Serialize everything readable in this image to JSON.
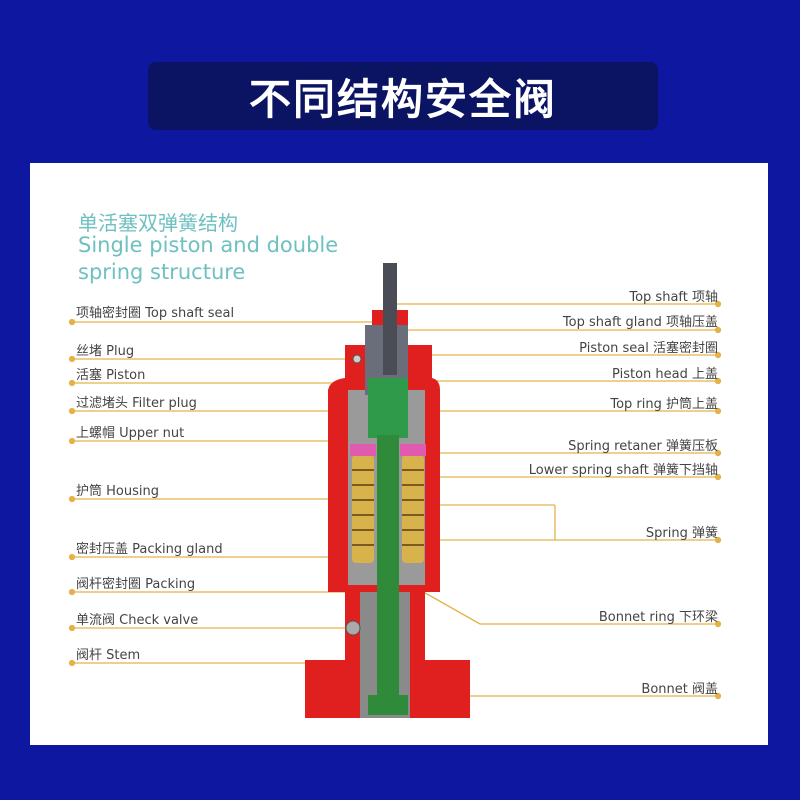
{
  "title": "不同结构安全阀",
  "diagram": {
    "heading_cn": "单活塞双弹簧结构",
    "heading_en_1": "Single piston and double",
    "heading_en_2": "spring structure",
    "left_labels": [
      "项轴密封圈  Top shaft seal",
      "丝堵  Plug",
      "活塞  Piston",
      "过滤堵头  Filter plug",
      "上螺帽  Upper nut",
      "护筒  Housing",
      "密封压盖  Packing gland",
      "阀杆密封圈  Packing",
      "单流阀  Check valve",
      "阀杆  Stem"
    ],
    "right_labels": [
      "Top shaft  项轴",
      "Top shaft gland  项轴压盖",
      "Piston seal  活塞密封圈",
      "Piston head  上盖",
      "Top ring  护筒上盖",
      "Spring retaner  弹簧压板",
      "Lower spring shaft  弹簧下挡轴",
      "Spring  弹簧",
      "Bonnet ring  下环梁",
      "Bonnet  阀盖"
    ],
    "colors": {
      "background": "#0d17a0",
      "title_box": "#0b1462",
      "leader": "#e3b34a",
      "housing": "#e0201e",
      "heading": "#6fc0c0"
    }
  }
}
